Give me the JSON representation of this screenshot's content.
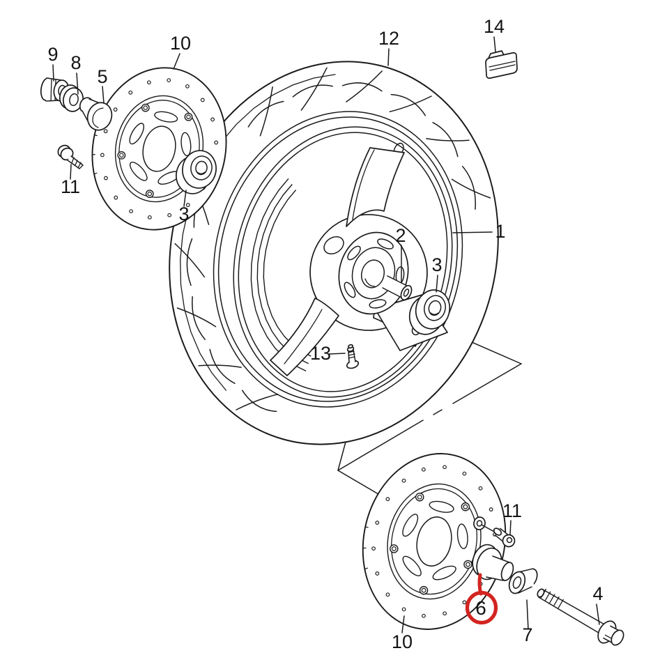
{
  "diagram": {
    "kind": "exploded-parts-diagram",
    "subject": "front wheel assembly",
    "background_color": "#ffffff",
    "line_color": "#1a1a1a",
    "highlight": {
      "color": "#d32420",
      "part_number": "6"
    },
    "callouts": {
      "c1": {
        "label": "1"
      },
      "c2": {
        "label": "2"
      },
      "c3a": {
        "label": "3"
      },
      "c3b": {
        "label": "3"
      },
      "c4": {
        "label": "4"
      },
      "c5": {
        "label": "5"
      },
      "c6": {
        "label": "6"
      },
      "c7": {
        "label": "7"
      },
      "c8": {
        "label": "8"
      },
      "c9": {
        "label": "9"
      },
      "c10a": {
        "label": "10"
      },
      "c10b": {
        "label": "10"
      },
      "c11a": {
        "label": "11"
      },
      "c11b": {
        "label": "11"
      },
      "c12": {
        "label": "12"
      },
      "c13": {
        "label": "13"
      },
      "c14": {
        "label": "14"
      }
    }
  }
}
